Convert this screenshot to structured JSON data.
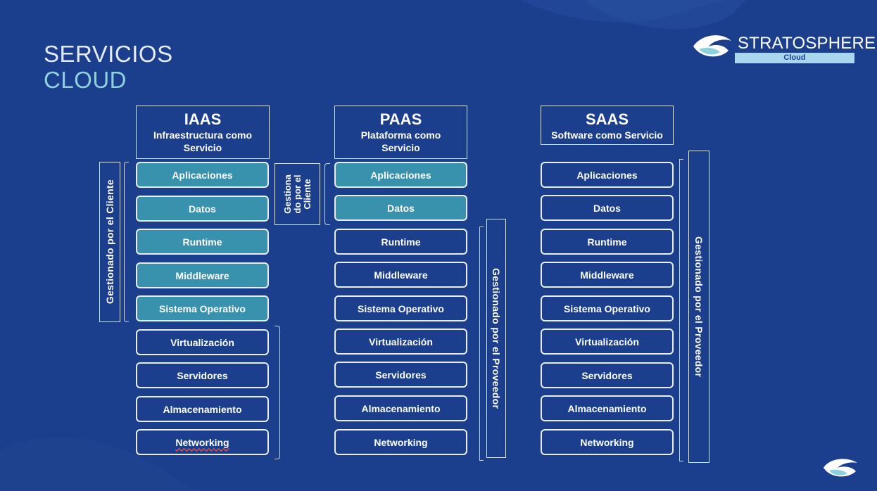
{
  "title": {
    "line1": "SERVICIOS",
    "line2": "CLOUD"
  },
  "logo": {
    "name": "STRATOSPHERE",
    "sub": "Cloud",
    "icon": "stratosphere-wave-icon"
  },
  "columns": {
    "iaas": {
      "heading": "IAAS",
      "subtitle_l1": "Infraestructura como",
      "subtitle_l2": "Servicio",
      "layers": [
        "Aplicaciones",
        "Datos",
        "Runtime",
        "Middleware",
        "Sistema Operativo",
        "Virtualización",
        "Servidores",
        "Almacenamiento",
        "Networking"
      ],
      "client_label": "Gestionado por el  Cliente"
    },
    "paas": {
      "heading": "PAAS",
      "subtitle_l1": "Plataforma como",
      "subtitle_l2": "Servicio",
      "layers": [
        "Aplicaciones",
        "Datos",
        "Runtime",
        "Middleware",
        "Sistema Operativo",
        "Virtualización",
        "Servidores",
        "Almacenamiento",
        "Networking"
      ],
      "client_label_l1": "Gestiona",
      "client_label_l2": "do por el",
      "client_label_l3": "Cliente",
      "provider_label": "Gestionado por el  Proveedor"
    },
    "saas": {
      "heading": "SAAS",
      "subtitle_l1": "Software como Servicio",
      "layers": [
        "Aplicaciones",
        "Datos",
        "Runtime",
        "Middleware",
        "Sistema Operativo",
        "Virtualización",
        "Servidores",
        "Almacenamiento",
        "Networking"
      ],
      "provider_label": "Gestionado por el  Proveedor"
    }
  },
  "colors": {
    "background": "#1b3f8c",
    "client_fill": "#3891ad",
    "title_accent": "#8fd0de"
  }
}
